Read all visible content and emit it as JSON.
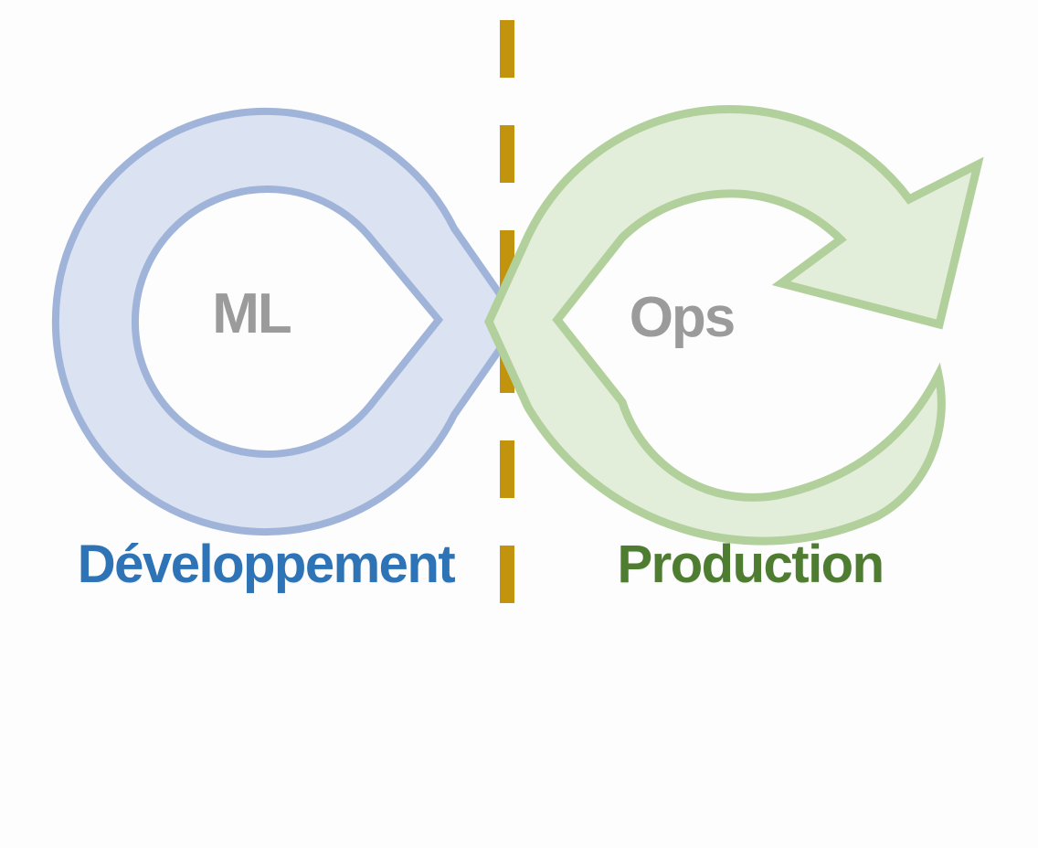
{
  "loops": {
    "ml": {
      "label": "ML",
      "caption": "Développement",
      "fill": "#dbe3f3",
      "stroke": "#a0b4da",
      "caption_color": "#2d73b5"
    },
    "ops": {
      "label": "Ops",
      "caption": "Production",
      "fill": "#e2eeda",
      "stroke": "#b2d09c",
      "caption_color": "#4e7d31"
    },
    "inner_label_color": "#9b9b9b"
  },
  "divider": {
    "color": "#c2940e"
  },
  "icons": {
    "ml_loop": "teardrop-loop-icon",
    "ops_loop": "circular-arrow-icon",
    "divider": "dashed-divider-line"
  }
}
